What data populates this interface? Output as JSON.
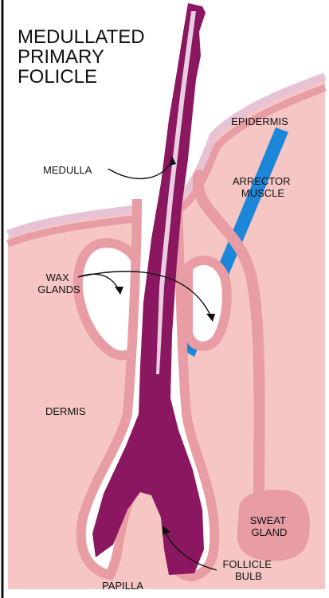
{
  "title_lines": [
    "MEDULLATED",
    "PRIMARY",
    "FOLICLE"
  ],
  "labels": {
    "epidermis": "EPIDERMIS",
    "medulla": "MEDULLA",
    "arrector": [
      "ARRECTOR",
      "MUSCLE"
    ],
    "wax": [
      "WAX",
      "GLANDS"
    ],
    "dermis": "DERMIS",
    "sweat": [
      "SWEAT",
      "GLAND"
    ],
    "follicle": [
      "FOLLICLE",
      "BULB"
    ],
    "papilla": "PAPILLA"
  },
  "colors": {
    "skin": "#f5c6c3",
    "outline": "#e89ca4",
    "hair": "#8b1760",
    "medulla": "#e9cde0",
    "muscle": "#1c86d9",
    "surface": "#e7c2d5"
  }
}
